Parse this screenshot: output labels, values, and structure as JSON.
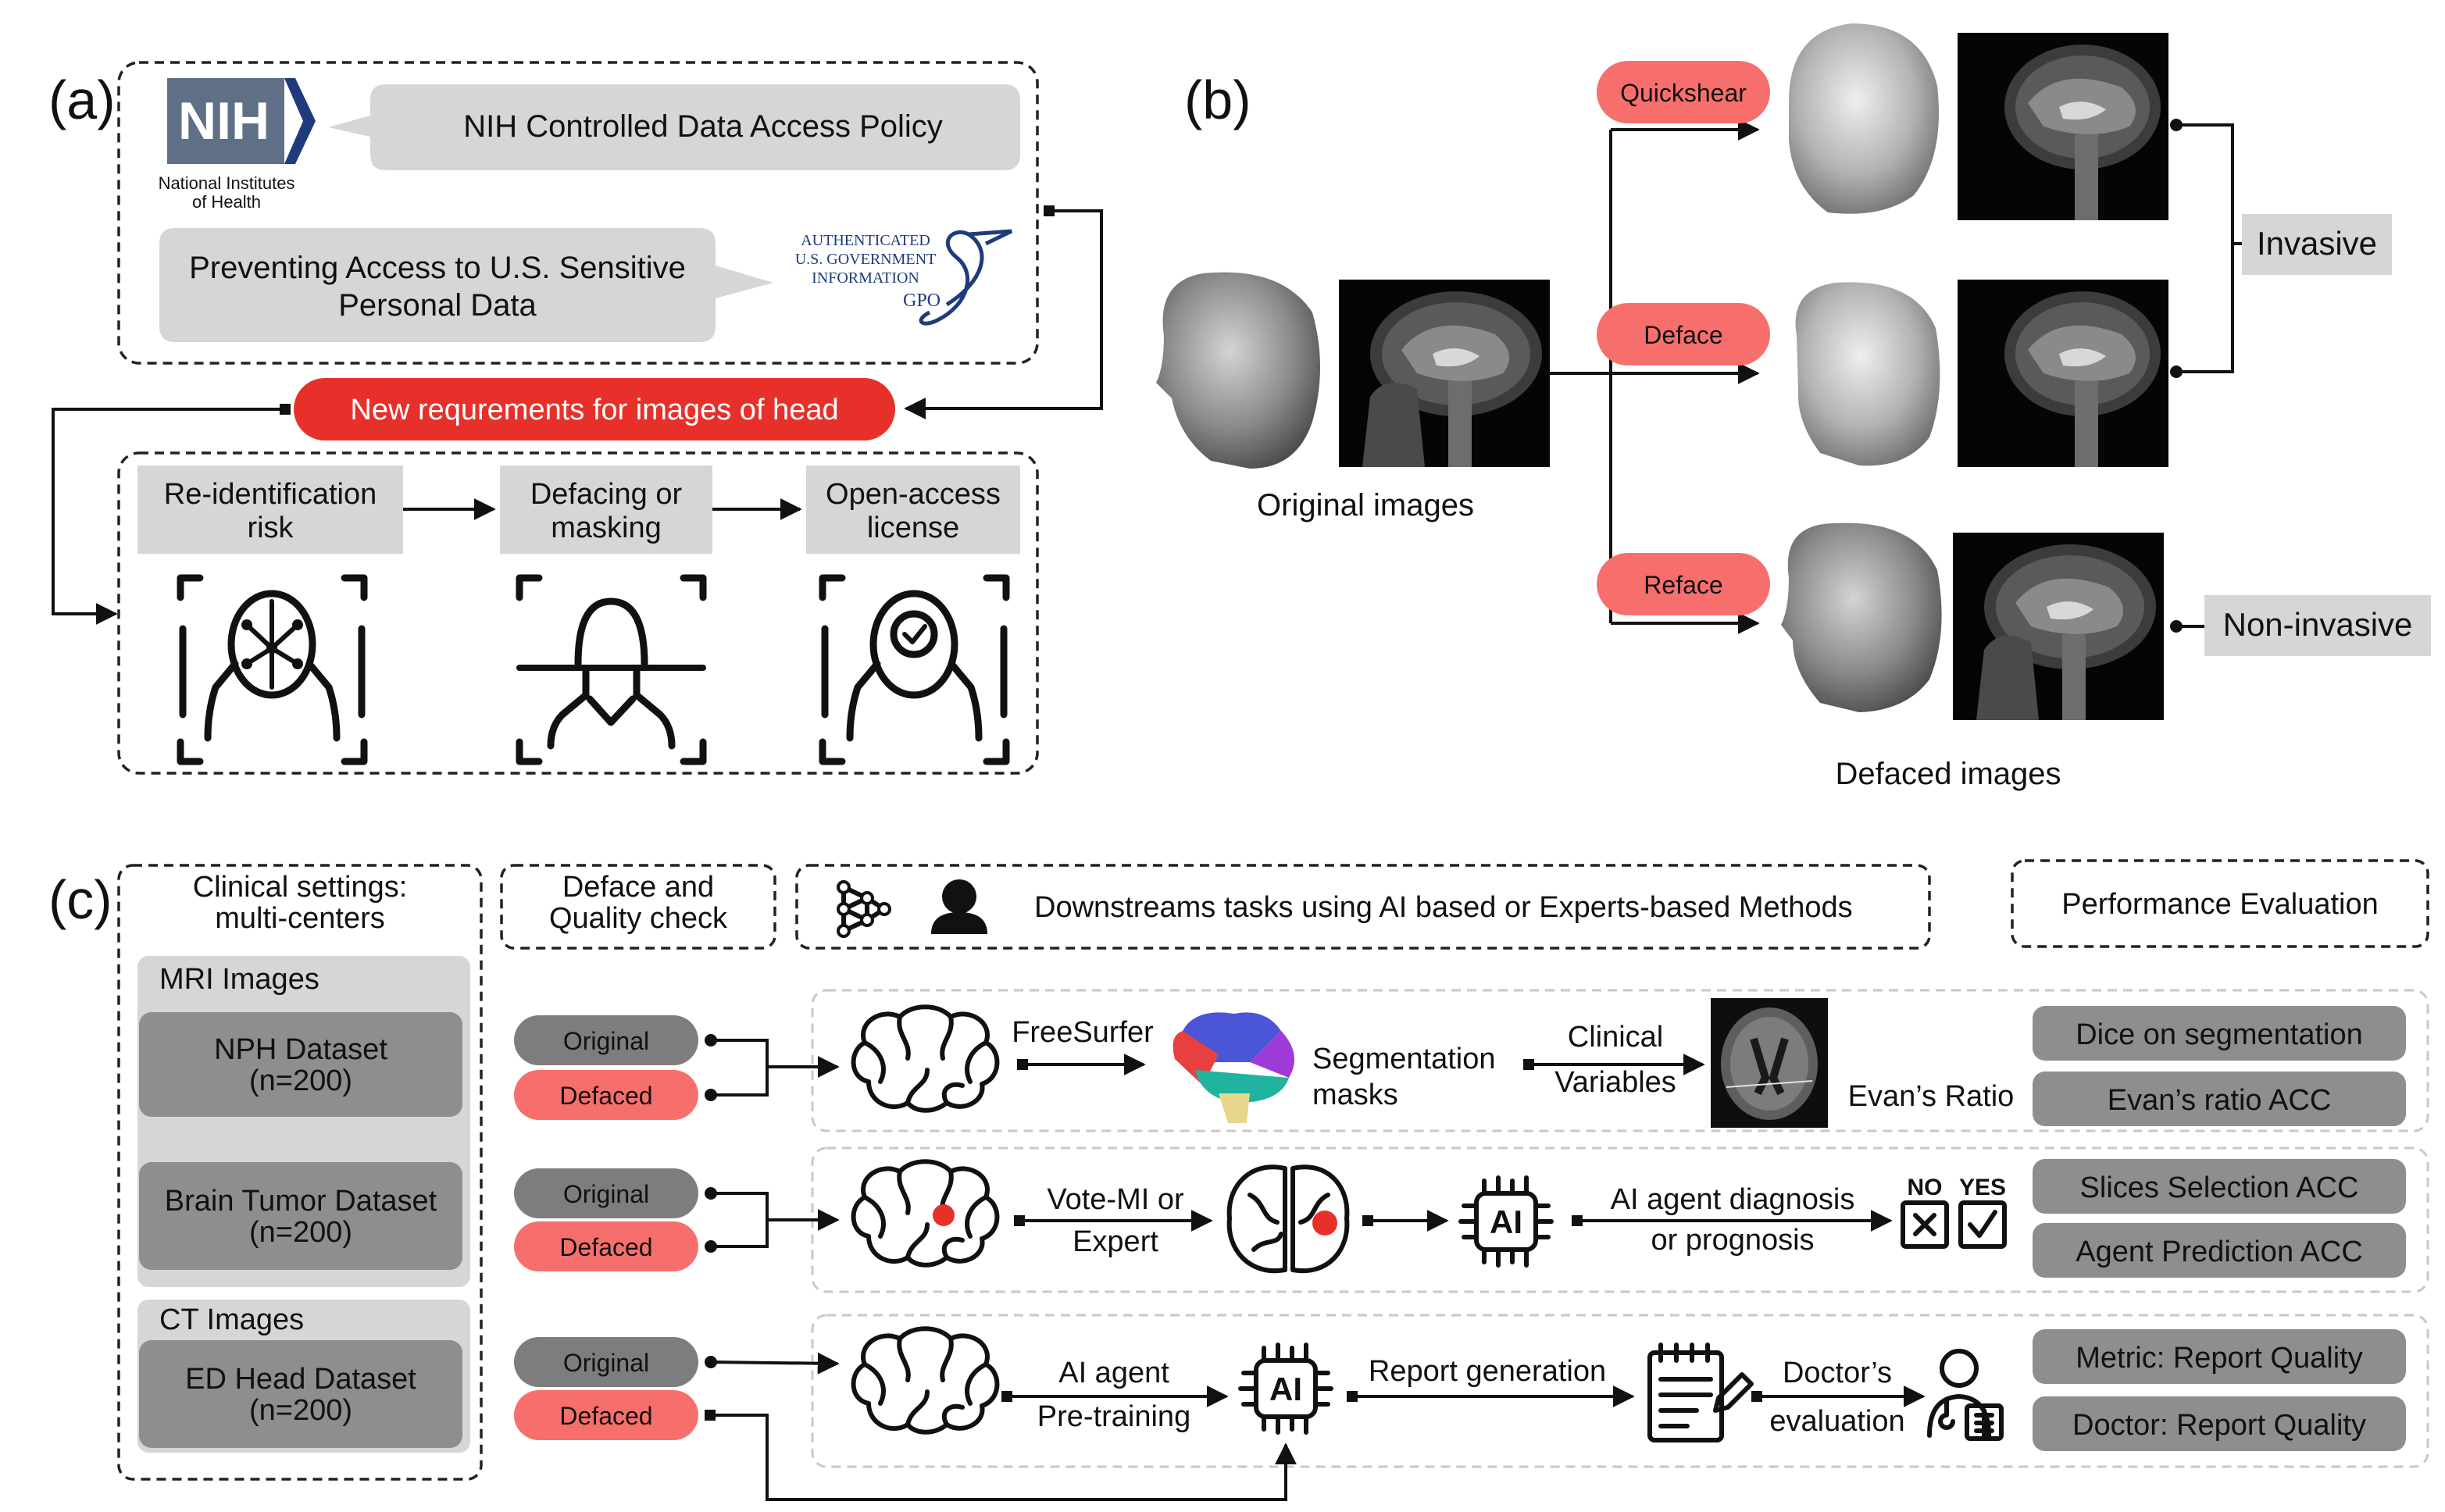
{
  "colors": {
    "accent_red": "#e8302a",
    "pill_pink": "#f76f6c",
    "pill_gray": "#7d7d7d",
    "box_light": "#d6d6d6",
    "box_dark": "#8e8e8e",
    "nih_blue": "#1f3b7b"
  },
  "panel_a": {
    "label": "(a)",
    "nih_logo": {
      "text": "NIH",
      "caption_line1": "National Institutes",
      "caption_line2": "of Health"
    },
    "nih_policy": "NIH Controlled Data Access Policy",
    "prevent_line1": "Preventing Access to U.S. Sensitive",
    "prevent_line2": "Personal Data",
    "gpo_logo": {
      "line1": "AUTHENTICATED",
      "line2": "U.S. GOVERNMENT",
      "line3": "INFORMATION",
      "line4": "GPO"
    },
    "new_requirements": "New requrements for images of head",
    "steps": [
      {
        "line1": "Re-identification",
        "line2": "risk",
        "icon": "face-scan-icon"
      },
      {
        "line1": "Defacing or",
        "line2": "masking",
        "icon": "masked-head-icon"
      },
      {
        "line1": "Open-access",
        "line2": "license",
        "icon": "verified-head-icon"
      }
    ]
  },
  "panel_b": {
    "label": "(b)",
    "original_caption": "Original images",
    "defaced_caption": "Defaced images",
    "methods": [
      "Quickshear",
      "Deface",
      "Reface"
    ],
    "invasive": "Invasive",
    "non_invasive": "Non-invasive"
  },
  "panel_c": {
    "label": "(c)",
    "clinical_line1": "Clinical settings:",
    "clinical_line2": "multi-centers",
    "mri_title": "MRI Images",
    "ct_title": "CT Images",
    "datasets": [
      {
        "name": "NPH Dataset",
        "n": "(n=200)"
      },
      {
        "name": "Brain Tumor Dataset",
        "n": "(n=200)"
      },
      {
        "name": "ED Head Dataset",
        "n": "(n=200)"
      }
    ],
    "deface_qc_line1": "Deface and",
    "deface_qc_line2": "Quality check",
    "downstream": "Downstreams tasks using AI based or Experts-based Methods",
    "perf_eval": "Performance Evaluation",
    "original": "Original",
    "defaced": "Defaced",
    "row1": {
      "freesurfer": "FreeSurfer",
      "seg_line1": "Segmentation",
      "seg_line2": "masks",
      "clin_line1": "Clinical",
      "clin_line2": "Variables",
      "evans": "Evan’s Ratio",
      "metrics": [
        "Dice on segmentation",
        "Evan’s ratio ACC"
      ]
    },
    "row2": {
      "vote_line1": "Vote-MI or",
      "vote_line2": "Expert",
      "diag_line1": "AI agent diagnosis",
      "diag_line2": "or prognosis",
      "no": "NO",
      "yes": "YES",
      "ai": "AI",
      "metrics": [
        "Slices Selection ACC",
        "Agent Prediction ACC"
      ]
    },
    "row3": {
      "agent_line1": "AI agent",
      "agent_line2": "Pre-training",
      "ai": "AI",
      "report": "Report generation",
      "doctor_line1": "Doctor’s",
      "doctor_line2": "evaluation",
      "metrics": [
        "Metric: Report Quality",
        "Doctor: Report Quality"
      ]
    }
  }
}
